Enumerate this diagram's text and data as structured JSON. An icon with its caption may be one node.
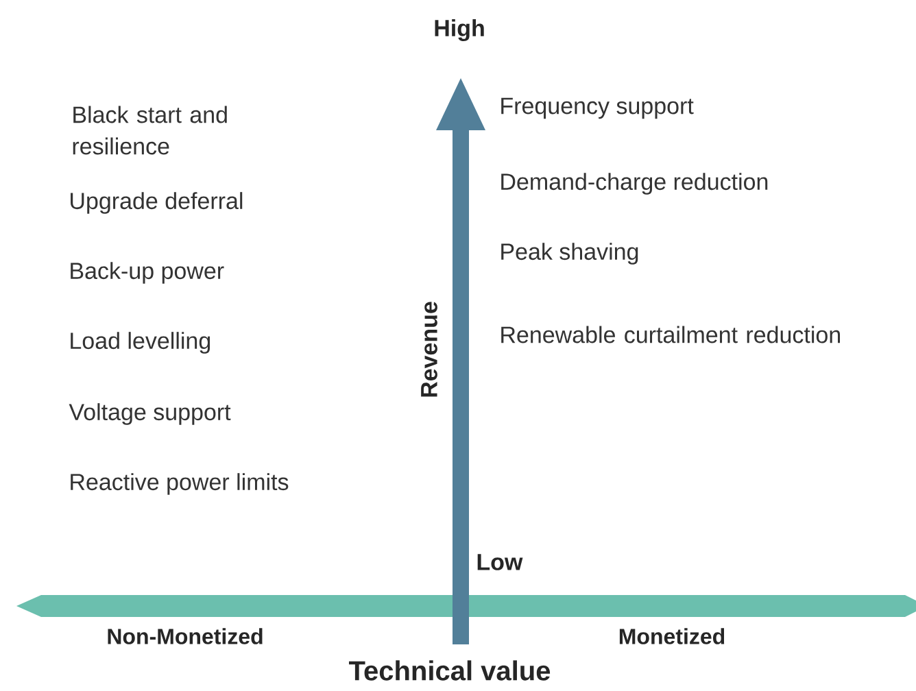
{
  "diagram": {
    "labels": [
      "High",
      "Black start and resilience",
      "Frequency support",
      "Upgrade deferral",
      "Demand-charge reduction",
      "Back-up power",
      "Peak shaving",
      "Load levelling",
      "Renewable curtailment reduction",
      "Voltage support",
      "Reactive power limits",
      "Revenue",
      "Low",
      "Non-Monetized",
      "Monetized",
      "Technical value"
    ]
  }
}
